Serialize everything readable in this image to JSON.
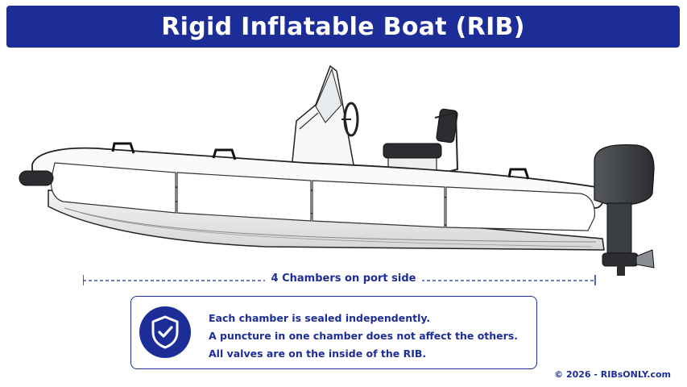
{
  "title": "Rigid Inflatable Boat (RIB)",
  "dimension_label": "4 Chambers on port side",
  "info_icon": "shield-check-icon",
  "info_lines": [
    "Each chamber is sealed independently.",
    "A puncture in one chamber does not affect the others.",
    "All valves are on the inside of the RIB."
  ],
  "copyright": "© 2026 - RIBsONLY.com",
  "colors": {
    "brand_blue": "#1c2d98",
    "engine_dark": "#3a3d42"
  },
  "chambers": [
    {
      "index": 1
    },
    {
      "index": 2
    },
    {
      "index": 3
    },
    {
      "index": 4
    }
  ]
}
